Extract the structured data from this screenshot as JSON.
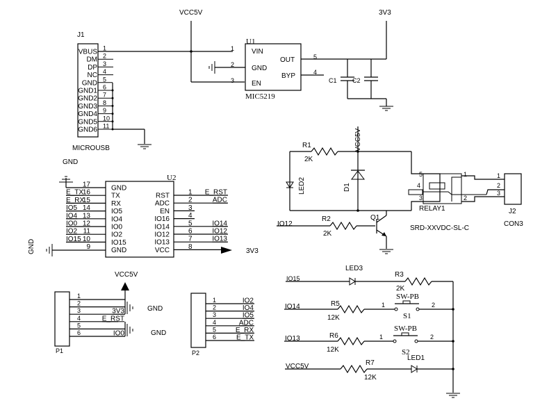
{
  "nets": {
    "vcc5v": "VCC5V",
    "v3v3": "3V3",
    "gnd": "GND"
  },
  "j1": {
    "ref": "J1",
    "value": "MICROUSB",
    "pins": [
      {
        "num": "1",
        "name": "VBUS"
      },
      {
        "num": "2",
        "name": "DM"
      },
      {
        "num": "3",
        "name": "DP"
      },
      {
        "num": "4",
        "name": "NC"
      },
      {
        "num": "5",
        "name": "GND"
      },
      {
        "num": "6",
        "name": "GND1"
      },
      {
        "num": "7",
        "name": "GND2"
      },
      {
        "num": "8",
        "name": "GND3"
      },
      {
        "num": "9",
        "name": "GND4"
      },
      {
        "num": "10",
        "name": "GND5"
      },
      {
        "num": "11",
        "name": "GND6"
      }
    ]
  },
  "u1": {
    "ref": "U1",
    "value": "MIC5219",
    "pins_left": [
      {
        "num": "1",
        "name": "VIN"
      },
      {
        "num": "2",
        "name": "GND"
      },
      {
        "num": "3",
        "name": "EN"
      }
    ],
    "pins_right": [
      {
        "num": "5",
        "name": "OUT"
      },
      {
        "num": "4",
        "name": "BYP"
      }
    ],
    "caps": [
      "C1",
      "C2"
    ]
  },
  "u2": {
    "ref": "U2",
    "gnd_label": "GND",
    "gnd_label_left": "GND",
    "pins_left": [
      {
        "num": "17",
        "name": "GND",
        "net": ""
      },
      {
        "num": "16",
        "name": "TX",
        "net": "E_TX"
      },
      {
        "num": "15",
        "name": "RX",
        "net": "E_RX"
      },
      {
        "num": "14",
        "name": "IO5",
        "net": "IO5"
      },
      {
        "num": "13",
        "name": "IO4",
        "net": "IO4"
      },
      {
        "num": "12",
        "name": "IO0",
        "net": "IO0"
      },
      {
        "num": "11",
        "name": "IO2",
        "net": "IO2"
      },
      {
        "num": "10",
        "name": "IO15",
        "net": "IO15"
      },
      {
        "num": "9",
        "name": "GND",
        "net": ""
      }
    ],
    "pins_right": [
      {
        "num": "1",
        "name": "RST",
        "net": "E_RST"
      },
      {
        "num": "2",
        "name": "ADC",
        "net": "ADC"
      },
      {
        "num": "3",
        "name": "EN",
        "net": ""
      },
      {
        "num": "4",
        "name": "IO16",
        "net": ""
      },
      {
        "num": "5",
        "name": "IO14",
        "net": "IO14"
      },
      {
        "num": "6",
        "name": "IO12",
        "net": "IO12"
      },
      {
        "num": "7",
        "name": "IO13",
        "net": "IO13"
      },
      {
        "num": "8",
        "name": "VCC",
        "net": "3V3"
      }
    ]
  },
  "relay_section": {
    "r1": {
      "ref": "R1",
      "value": "2K"
    },
    "r2": {
      "ref": "R2",
      "value": "2K"
    },
    "led2": "LED2",
    "d1": "D1",
    "q1": "Q1",
    "input_net": "IO12",
    "relay": {
      "ref": "RELAY1",
      "value": "SRD-XXVDC-SL-C",
      "pins": [
        "5",
        "4",
        "3",
        "1",
        "2"
      ]
    },
    "j2": {
      "ref": "J2",
      "value": "CON3",
      "pins": [
        "1",
        "2",
        "3"
      ]
    }
  },
  "p1": {
    "ref": "P1",
    "pins": [
      {
        "num": "1",
        "net": ""
      },
      {
        "num": "2",
        "net": ""
      },
      {
        "num": "3",
        "net": "3V3"
      },
      {
        "num": "4",
        "net": "E_RST"
      },
      {
        "num": "5",
        "net": ""
      },
      {
        "num": "6",
        "net": "IO0"
      }
    ],
    "vcc_label": "VCC5V",
    "gnd_labels": [
      "GND",
      "GND"
    ]
  },
  "p2": {
    "ref": "P2",
    "pins": [
      {
        "num": "1",
        "net": "IO2"
      },
      {
        "num": "2",
        "net": "IO4"
      },
      {
        "num": "3",
        "net": "IO5"
      },
      {
        "num": "4",
        "net": "ADC"
      },
      {
        "num": "5",
        "net": "E_RX"
      },
      {
        "num": "6",
        "net": "E_TX"
      }
    ]
  },
  "io_section": {
    "led3": {
      "net": "IO15",
      "ref": "LED3"
    },
    "r3": {
      "ref": "R3",
      "value": "2K"
    },
    "s1": {
      "net": "IO14",
      "r_ref": "R5",
      "r_value": "12K",
      "ref": "S1",
      "type": "SW-PB",
      "pin1": "1",
      "pin2": "2"
    },
    "s2": {
      "net": "IO13",
      "r_ref": "R6",
      "r_value": "12K",
      "ref": "S2",
      "type": "SW-PB",
      "pin1": "1",
      "pin2": "2"
    },
    "led1": {
      "net": "VCC5V",
      "r_ref": "R7",
      "r_value": "12K",
      "ref": "LED1"
    }
  }
}
